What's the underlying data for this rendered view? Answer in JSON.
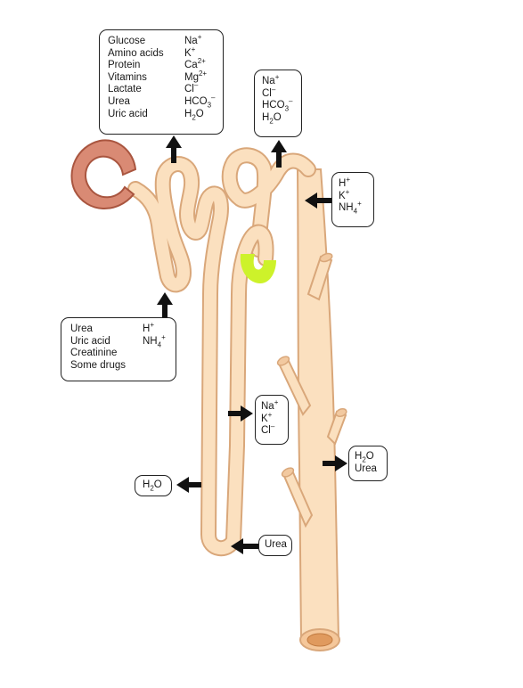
{
  "colors": {
    "tubule_fill": "#fbe0bf",
    "tubule_stroke": "#d9a77a",
    "glomerular_capsule": "#d98a74",
    "glomerular_capsule_dark": "#a9553f",
    "macula_densa": "#cdf22a",
    "arrow": "#111111",
    "label_border": "#222222"
  },
  "reabsorbed_pct_box": {
    "left_items": [
      "Glucose",
      "Amino acids",
      "Protein",
      "Vitamins",
      "Lactate",
      "Urea",
      "Uric acid"
    ],
    "right_ions": [
      {
        "base": "Na",
        "sup": "+",
        "sub": ""
      },
      {
        "base": "K",
        "sup": "+",
        "sub": ""
      },
      {
        "base": "Ca",
        "sup": "2+",
        "sub": ""
      },
      {
        "base": "Mg",
        "sup": "2+",
        "sub": ""
      },
      {
        "base": "Cl",
        "sup": "–",
        "sub": ""
      },
      {
        "base": "HCO",
        "sup": "–",
        "sub": "3"
      },
      {
        "base": "H",
        "sup": "",
        "sub": "2",
        "tail": "O"
      }
    ]
  },
  "reabsorbed_dct_box": {
    "ions": [
      {
        "base": "Na",
        "sup": "+",
        "sub": ""
      },
      {
        "base": "Cl",
        "sup": "–",
        "sub": ""
      },
      {
        "base": "HCO",
        "sup": "–",
        "sub": "3"
      },
      {
        "base": "H",
        "sup": "",
        "sub": "2",
        "tail": "O"
      }
    ]
  },
  "secreted_dct_box": {
    "ions": [
      {
        "base": "H",
        "sup": "+",
        "sub": ""
      },
      {
        "base": "K",
        "sup": "+",
        "sub": ""
      },
      {
        "base": "NH",
        "sup": "+",
        "sub": "4"
      }
    ]
  },
  "secreted_pct_box": {
    "left_items": [
      "Urea",
      "Uric acid",
      "Creatinine",
      "Some drugs"
    ],
    "right_ions": [
      {
        "base": "H",
        "sup": "+",
        "sub": ""
      },
      {
        "base": "NH",
        "sup": "+",
        "sub": "4"
      }
    ]
  },
  "ascending_limb_box": {
    "ions": [
      {
        "base": "Na",
        "sup": "+",
        "sub": ""
      },
      {
        "base": "K",
        "sup": "+",
        "sub": ""
      },
      {
        "base": "Cl",
        "sup": "–",
        "sub": ""
      }
    ]
  },
  "collecting_duct_box": {
    "items": [
      {
        "base": "H",
        "sup": "",
        "sub": "2",
        "tail": "O"
      },
      {
        "base": "Urea",
        "sup": "",
        "sub": ""
      }
    ]
  },
  "descending_limb_box": {
    "items": [
      {
        "base": "H",
        "sup": "",
        "sub": "2",
        "tail": "O"
      }
    ]
  },
  "loop_urea_box": {
    "label": "Urea"
  }
}
